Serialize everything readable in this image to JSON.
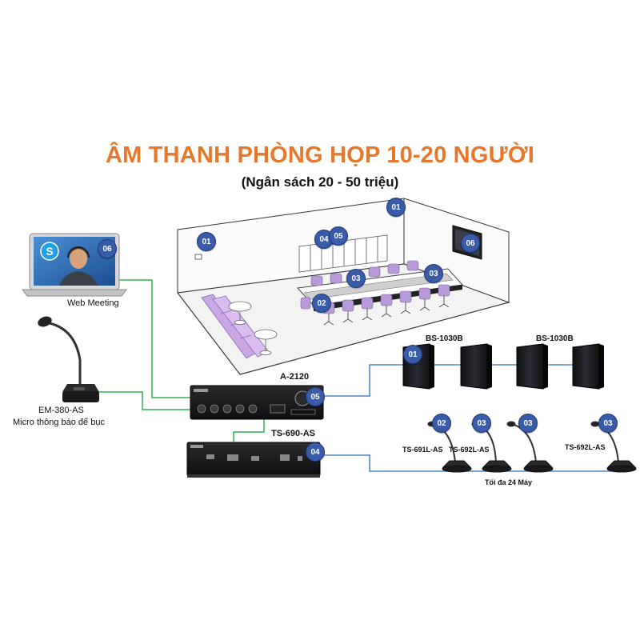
{
  "title": "ÂM THANH PHÒNG HỌP 10-20 NGƯỜI",
  "subtitle": "(Ngân sách 20 - 50 triệu)",
  "labels": {
    "web_meeting": "Web Meeting",
    "em380": "EM-380-AS",
    "micro_desc": "Micro thông báo để bục",
    "a2120": "A-2120",
    "ts690": "TS-690-AS",
    "bs1030b_1": "BS-1030B",
    "bs1030b_2": "BS-1030B",
    "ts691": "TS-691L-AS",
    "ts692_1": "TS-692L-AS",
    "ts692_2": "TS-692L-AS",
    "max_units": "Tối đa 24 Máy"
  },
  "badges": {
    "b01": "01",
    "b02": "02",
    "b03": "03",
    "b04": "04",
    "b05": "05",
    "b06": "06"
  },
  "colors": {
    "title": "#e6782c",
    "badge": "#3a5ba8",
    "green_line": "#2db34a",
    "blue_line": "#2a6fb5",
    "chair": "#b79ad8",
    "sofa": "#c9a7e3"
  },
  "icons": {
    "laptop": "laptop-icon",
    "skype": "skype-icon",
    "microphone": "gooseneck-mic-icon",
    "amplifier": "amplifier-icon",
    "speaker": "speaker-icon"
  }
}
